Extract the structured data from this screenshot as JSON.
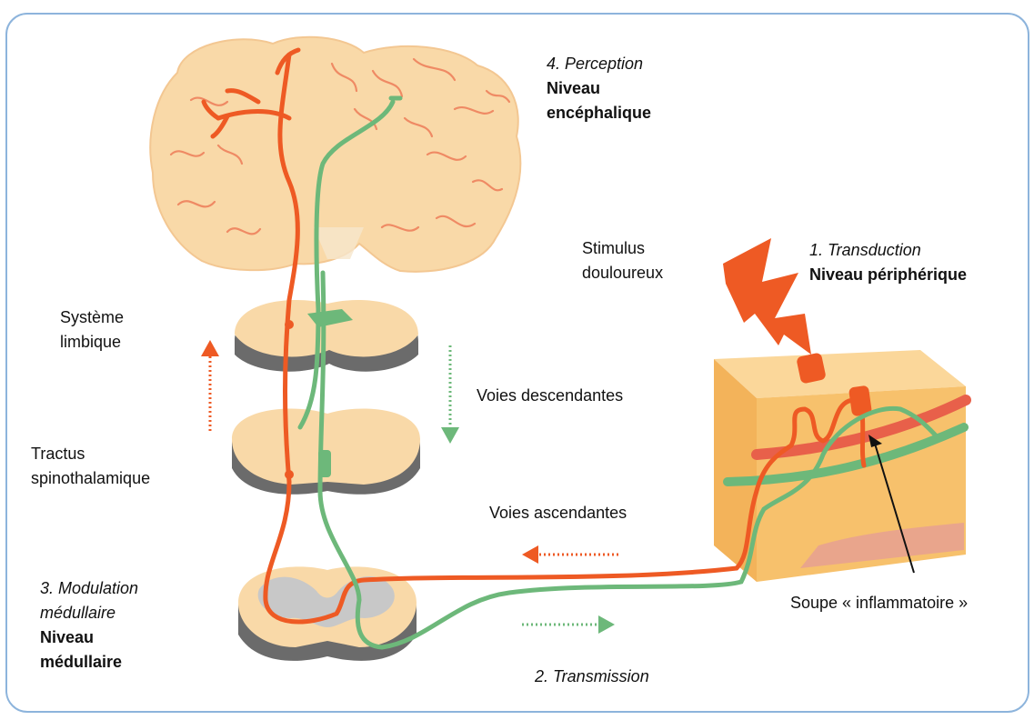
{
  "perception": {
    "title": "4. Perception",
    "level_line1": "Niveau",
    "level_line2": "encéphalique"
  },
  "transduction": {
    "title": "1.  Transduction",
    "level": "Niveau périphérique"
  },
  "stimulus": {
    "line1": "Stimulus",
    "line2": "douloureux"
  },
  "limbic": {
    "line1": "Système",
    "line2": "limbique"
  },
  "tract": {
    "line1": "Tractus",
    "line2": "spinothalamique"
  },
  "descending": "Voies descendantes",
  "ascending": "Voies ascendantes",
  "modulation": {
    "title1": "3. Modulation",
    "title2": "médullaire",
    "level1": "Niveau",
    "level2": "médullaire"
  },
  "soup": "Soupe « inflammatoire »",
  "transmission": "2. Transmission",
  "colors": {
    "ascending_pathway": "#ee5a24",
    "descending_pathway": "#6db87a",
    "tissue": "#f9d9a8",
    "frame": "#8db4dc"
  }
}
